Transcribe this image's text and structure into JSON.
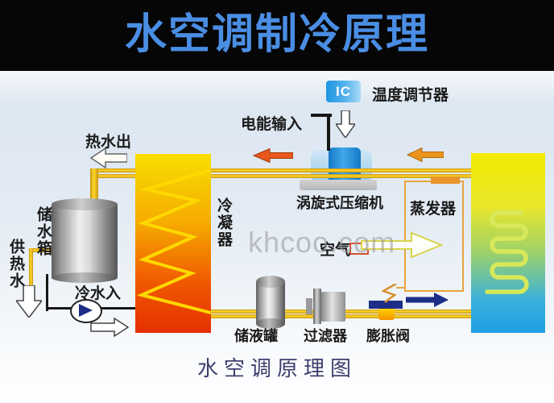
{
  "header": {
    "title": "水空调制冷原理"
  },
  "diagram": {
    "ic_badge": "IC",
    "labels": {
      "temp_controller": "温度调节器",
      "power_input": "电能输入",
      "hot_water_out": "热水出",
      "water_tank": "储水箱",
      "hot_water_supply": "供热水",
      "cold_water_in": "冷水入",
      "condenser": "冷凝器",
      "compressor": "涡旋式压缩机",
      "evaporator": "蒸发器",
      "air": "空气",
      "receiver": "储液罐",
      "filter": "过滤器",
      "expansion_valve": "膨胀阀"
    },
    "watermark": "khcoo.com",
    "caption": "水空调原理图",
    "colors": {
      "header_bg": "#060606",
      "header_text": "#4a8ee4",
      "canvas_tint": "#dde7f1",
      "pipe_yellow": "#f2c41c",
      "condenser_top": "#f8de00",
      "condenser_bottom": "#e43000",
      "evaporator_top": "#f2ea00",
      "evaporator_bottom": "#1e9ee4",
      "compressor_blue": "#2a9ae2",
      "arrow_red_orange": "#e8581c",
      "arrow_orange": "#ea941e",
      "arrow_navy": "#1c2e86",
      "loop_orange": "#e8a43c",
      "watermark_gray": "#b4b4b4",
      "caption_text": "#3f3f6f"
    }
  }
}
